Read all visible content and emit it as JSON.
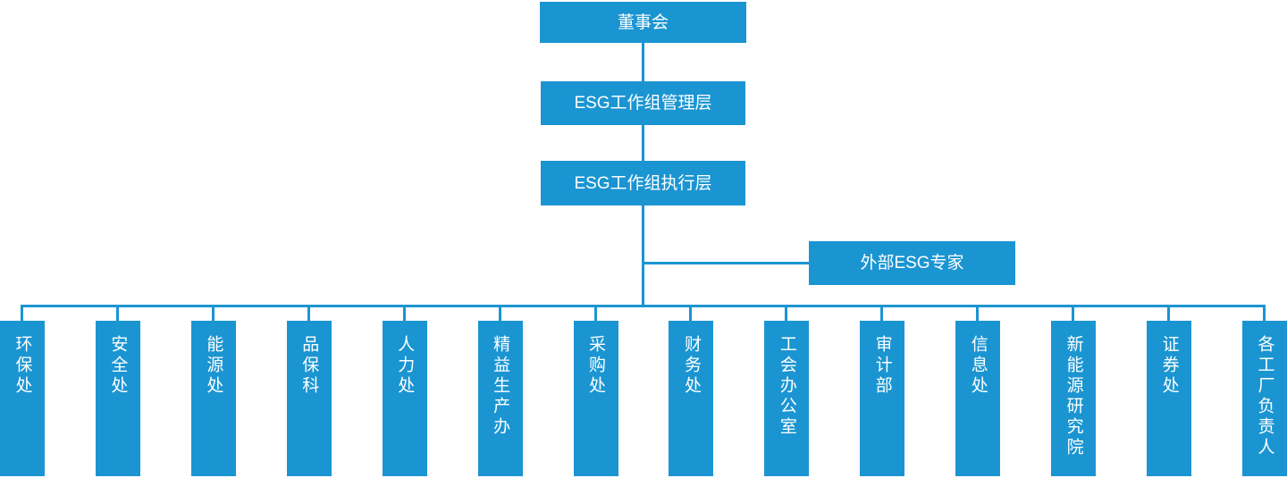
{
  "org": {
    "accent_color": "#1b95d2",
    "text_color": "#ffffff",
    "nodes": {
      "board": "董事会",
      "management": "ESG工作组管理层",
      "execution": "ESG工作组执行层",
      "external_experts": "外部ESG专家"
    },
    "departments": [
      "环保处",
      "安全处",
      "能源处",
      "品保科",
      "人力处",
      "精益生产办",
      "采购处",
      "财务处",
      "工会办公室",
      "审计部",
      "信息处",
      "新能源研究院",
      "证券处",
      "各工厂负责人"
    ]
  }
}
